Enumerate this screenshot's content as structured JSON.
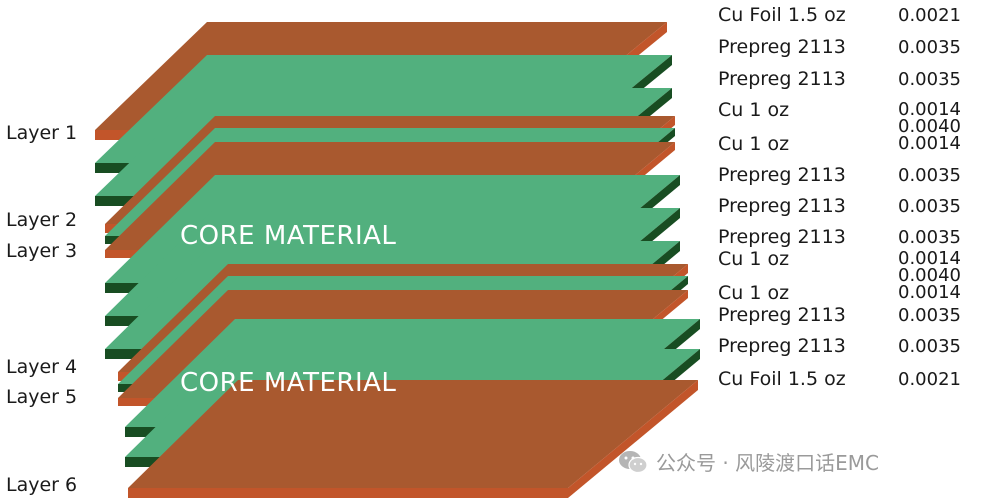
{
  "layers": [
    {
      "key": "layer1",
      "label": "Layer 1"
    },
    {
      "key": "layer2",
      "label": "Layer 2"
    },
    {
      "key": "layer3",
      "label": "Layer 3"
    },
    {
      "key": "layer4",
      "label": "Layer 4"
    },
    {
      "key": "layer5",
      "label": "Layer 5"
    },
    {
      "key": "layer6",
      "label": "Layer 6"
    }
  ],
  "core_labels": [
    "CORE MATERIAL",
    "CORE MATERIAL"
  ],
  "materials": [
    {
      "name": "Cu Foil 1.5 oz",
      "thickness": "0.0021"
    },
    {
      "name": "Prepreg 2113",
      "thickness": "0.0035"
    },
    {
      "name": "Prepreg 2113",
      "thickness": "0.0035"
    },
    {
      "name": "Cu 1 oz",
      "thickness": "0.0014"
    },
    {
      "name": "",
      "thickness": "0.0040"
    },
    {
      "name": "Cu 1 oz",
      "thickness": "0.0014"
    },
    {
      "name": "Prepreg 2113",
      "thickness": "0.0035"
    },
    {
      "name": "Prepreg 2113",
      "thickness": "0.0035"
    },
    {
      "name": "Prepreg 2113",
      "thickness": "0.0035"
    },
    {
      "name": "Cu 1 oz",
      "thickness": "0.0014"
    },
    {
      "name": "",
      "thickness": "0.0040"
    },
    {
      "name": "Cu 1 oz",
      "thickness": "0.0014"
    },
    {
      "name": "Prepreg 2113",
      "thickness": "0.0035"
    },
    {
      "name": "Prepreg 2113",
      "thickness": "0.0035"
    },
    {
      "name": "Cu Foil 1.5 oz",
      "thickness": "0.0021"
    }
  ],
  "watermark": {
    "text": "公众号 · 风陵渡口话EMC",
    "icon": "wechat-icon"
  },
  "colors": {
    "copper": "#a9592f",
    "copper_edge": "#c2552a",
    "prepreg_top": "#52b07e",
    "prepreg_edge": "#184d22",
    "text": "#1a1a1a",
    "core_text": "#ffffff",
    "watermark": "#9a9a9a"
  }
}
